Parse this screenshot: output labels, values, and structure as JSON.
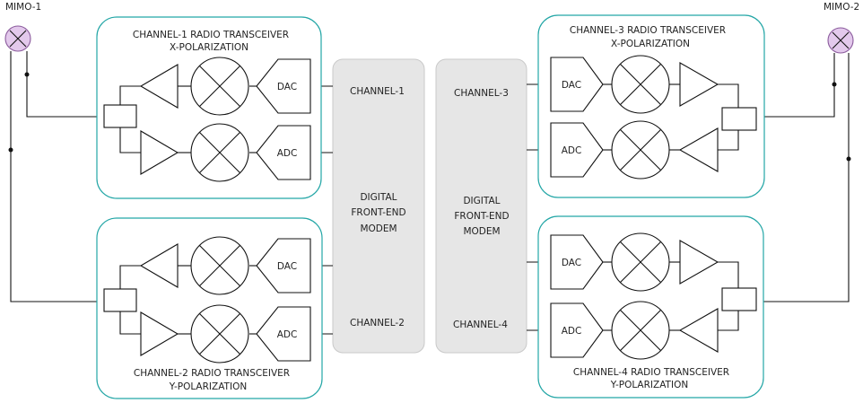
{
  "antennas": {
    "left": "MIMO-1",
    "right": "MIMO-2"
  },
  "transceivers": {
    "ch1": {
      "title": "CHANNEL-1 RADIO TRANSCEIVER",
      "pol": "X-POLARIZATION",
      "dac": "DAC",
      "adc": "ADC"
    },
    "ch2": {
      "title": "CHANNEL-2 RADIO TRANSCEIVER",
      "pol": "Y-POLARIZATION",
      "dac": "DAC",
      "adc": "ADC"
    },
    "ch3": {
      "title": "CHANNEL-3 RADIO TRANSCEIVER",
      "pol": "X-POLARIZATION",
      "dac": "DAC",
      "adc": "ADC"
    },
    "ch4": {
      "title": "CHANNEL-4 RADIO TRANSCEIVER",
      "pol": "Y-POLARIZATION",
      "dac": "DAC",
      "adc": "ADC"
    }
  },
  "modems": {
    "left": {
      "line1": "DIGITAL",
      "line2": "FRONT-END",
      "line3": "MODEM"
    },
    "right": {
      "line1": "DIGITAL",
      "line2": "FRONT-END",
      "line3": "MODEM"
    }
  },
  "channel_labels": {
    "ch1": "CHANNEL-1",
    "ch2": "CHANNEL-2",
    "ch3": "CHANNEL-3",
    "ch4": "CHANNEL-4"
  },
  "colors": {
    "panel_border": "#23a6a6",
    "modem_fill": "#e6e6e6",
    "antenna_fill": "#e3c9ec"
  }
}
